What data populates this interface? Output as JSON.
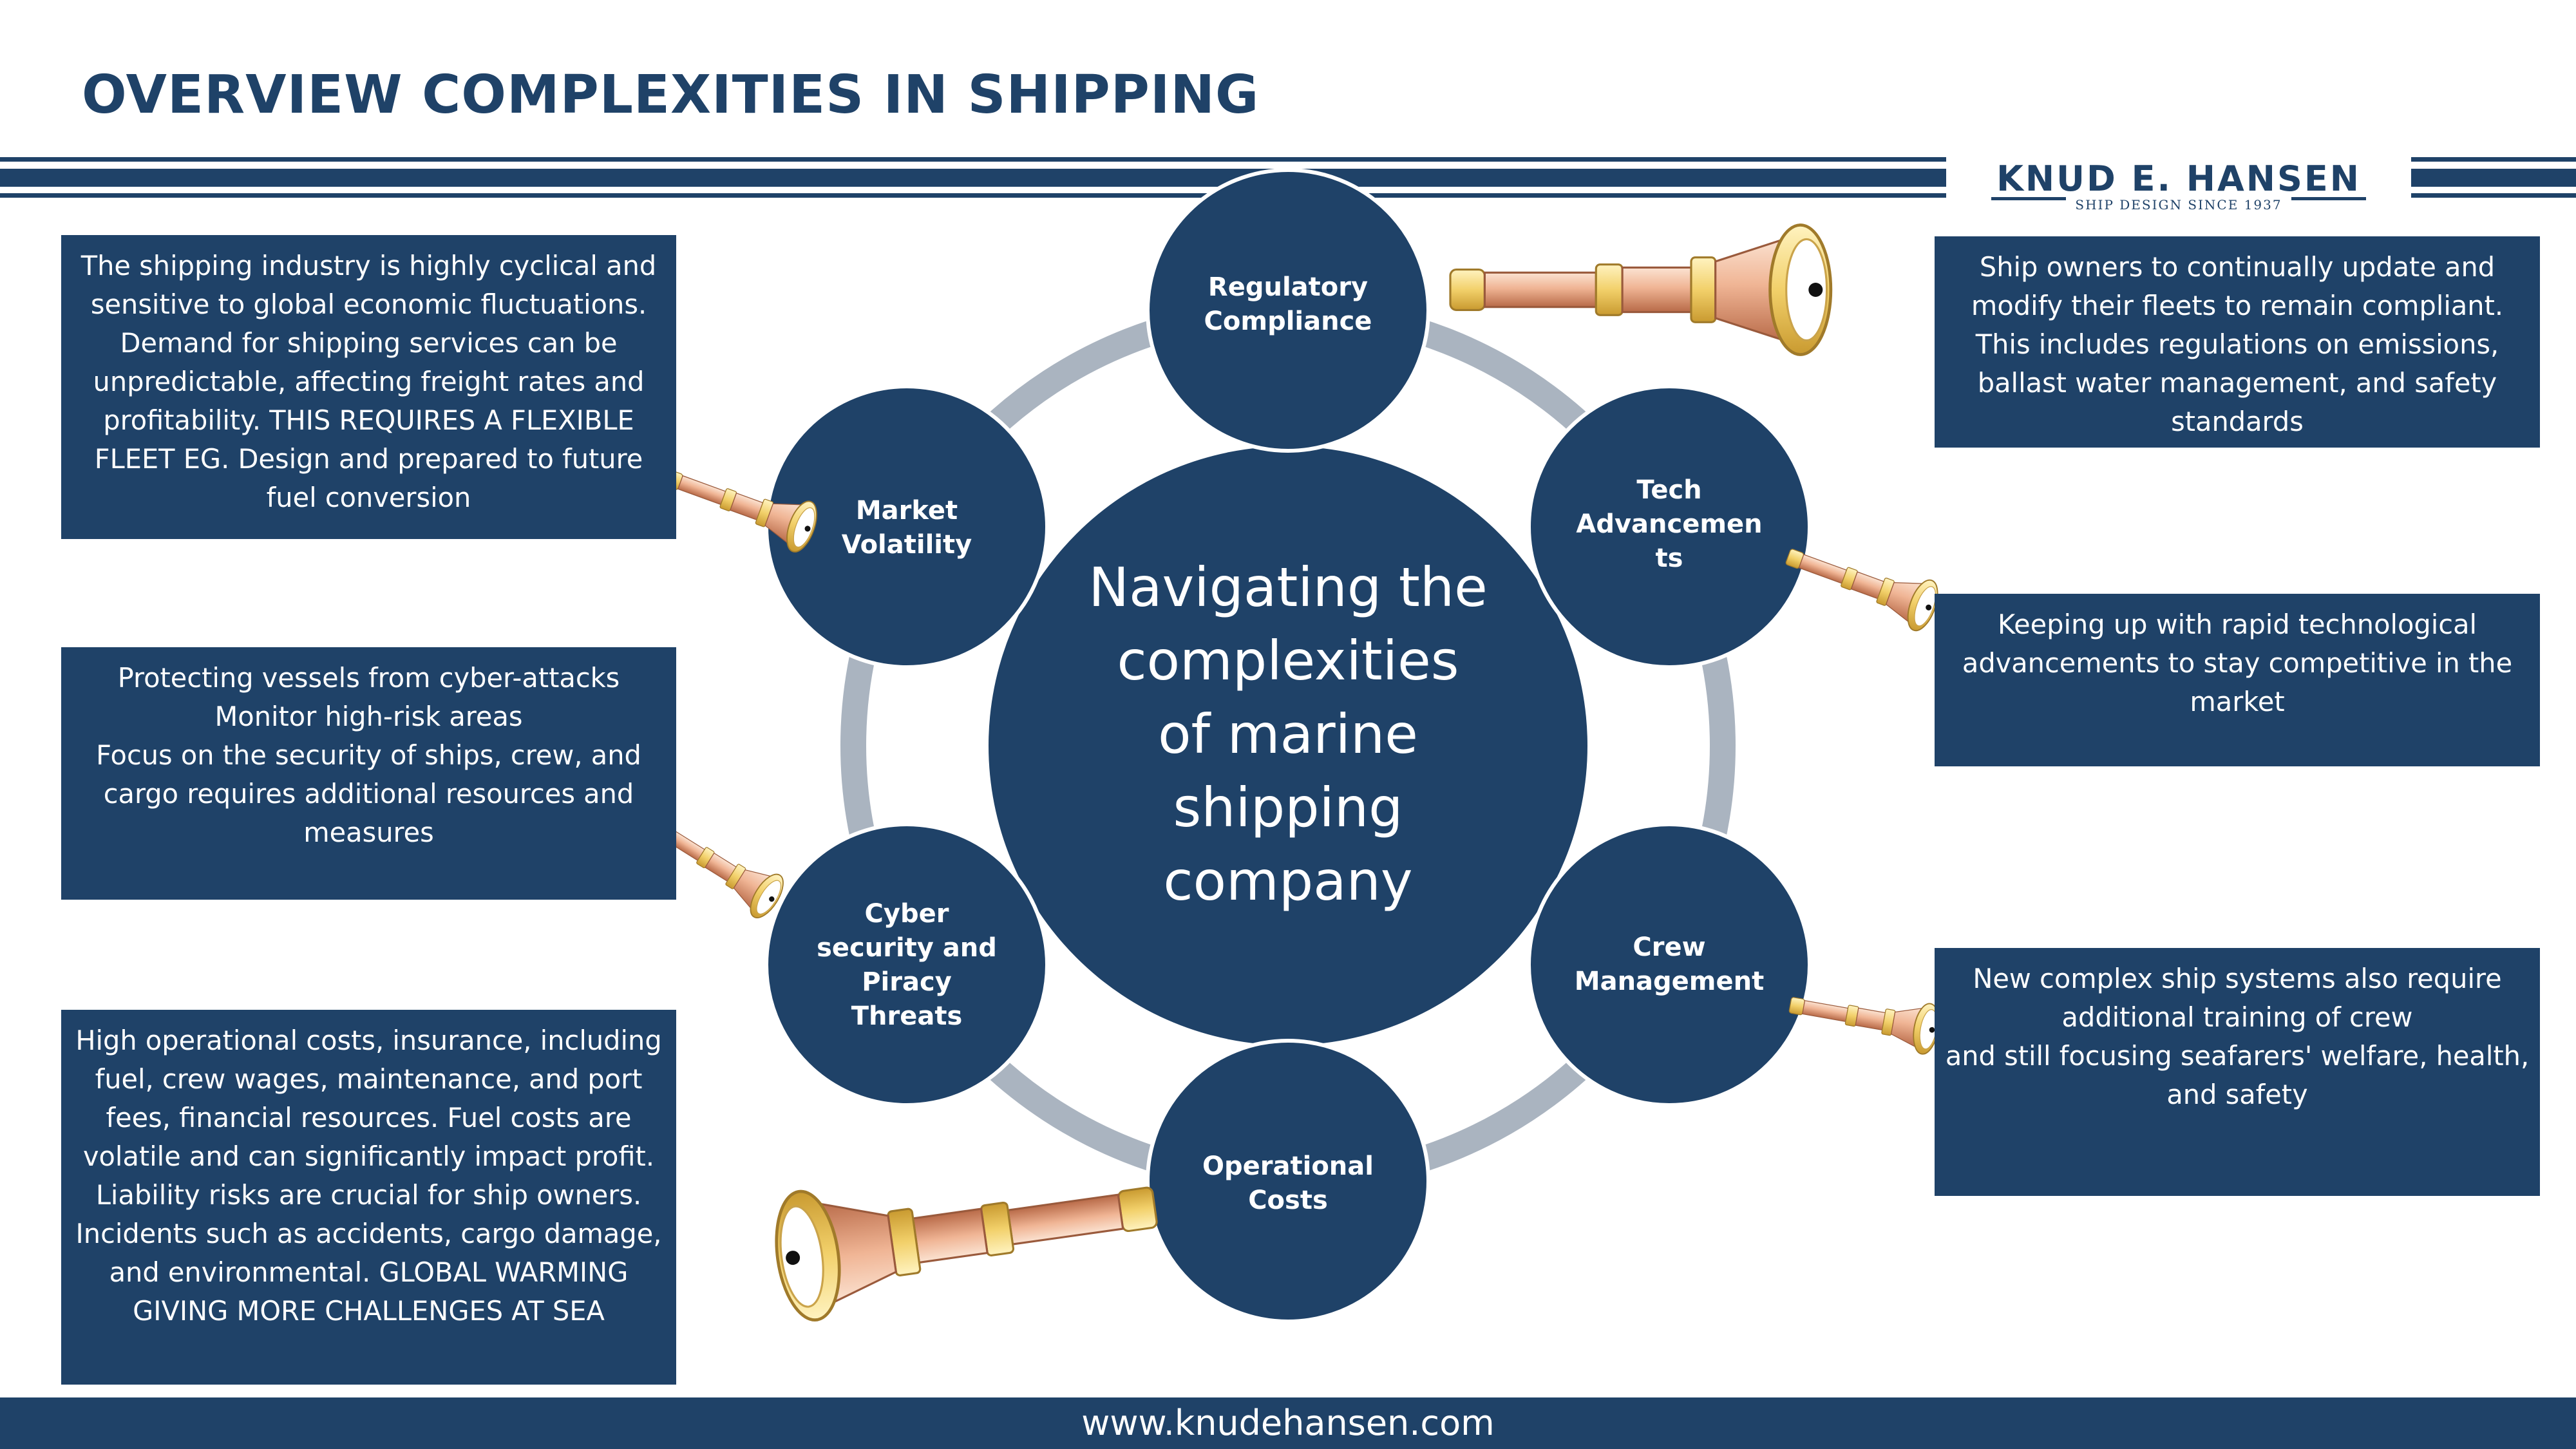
{
  "header": {
    "title": "OVERVIEW COMPLEXITIES IN SHIPPING",
    "logo": {
      "name": "KNUD E. HANSEN",
      "tagline": "SHIP DESIGN SINCE 1937",
      "icon": "sailing-ship-logo"
    }
  },
  "center": {
    "label": "Navigating the\ncomplexities\nof marine\nshipping\ncompany"
  },
  "nodes": [
    {
      "id": "regulatory",
      "label": "Regulatory\nCompliance"
    },
    {
      "id": "tech",
      "label": "Tech\nAdvancemen\nts"
    },
    {
      "id": "crew",
      "label": "Crew\nManagement"
    },
    {
      "id": "operational",
      "label": "Operational\nCosts"
    },
    {
      "id": "cyber",
      "label": "Cyber\nsecurity and\nPiracy\nThreats"
    },
    {
      "id": "market",
      "label": "Market\nVolatility"
    }
  ],
  "boxes": {
    "market": "The shipping industry is highly cyclical and sensitive to global economic fluctuations. Demand for shipping services can be unpredictable, affecting freight rates and profitability. THIS REQUIRES A FLEXIBLE FLEET EG. Design and prepared to future fuel conversion",
    "cyber": "Protecting vessels from cyber-attacks\nMonitor high-risk areas\nFocus on the security of ships, crew, and cargo requires additional resources and measures",
    "operational": "High operational costs, insurance, including fuel, crew wages,   maintenance, and port fees, financial resources. Fuel costs are volatile and can significantly impact profit. Liability risks are crucial for ship owners. Incidents such as accidents, cargo damage, and environmental. GLOBAL WARMING GIVING MORE CHALLENGES AT SEA",
    "regulatory": "Ship owners to continually update and modify their fleets to remain compliant. This includes regulations on emissions, ballast water management, and safety standards",
    "tech": "Keeping up with rapid technological advancements to stay competitive in the market",
    "crew": "New complex ship systems also require additional training of crew\nand still focusing seafarers' welfare, health, and safety"
  },
  "footer": {
    "url": "www.knudehansen.com"
  },
  "icons": [
    "telescope-icon"
  ],
  "colors": {
    "navy": "#1f4268",
    "ring_gray": "#aab4c0",
    "telescope_gold": "#f5d77a",
    "telescope_copper": "#e6a27e"
  }
}
